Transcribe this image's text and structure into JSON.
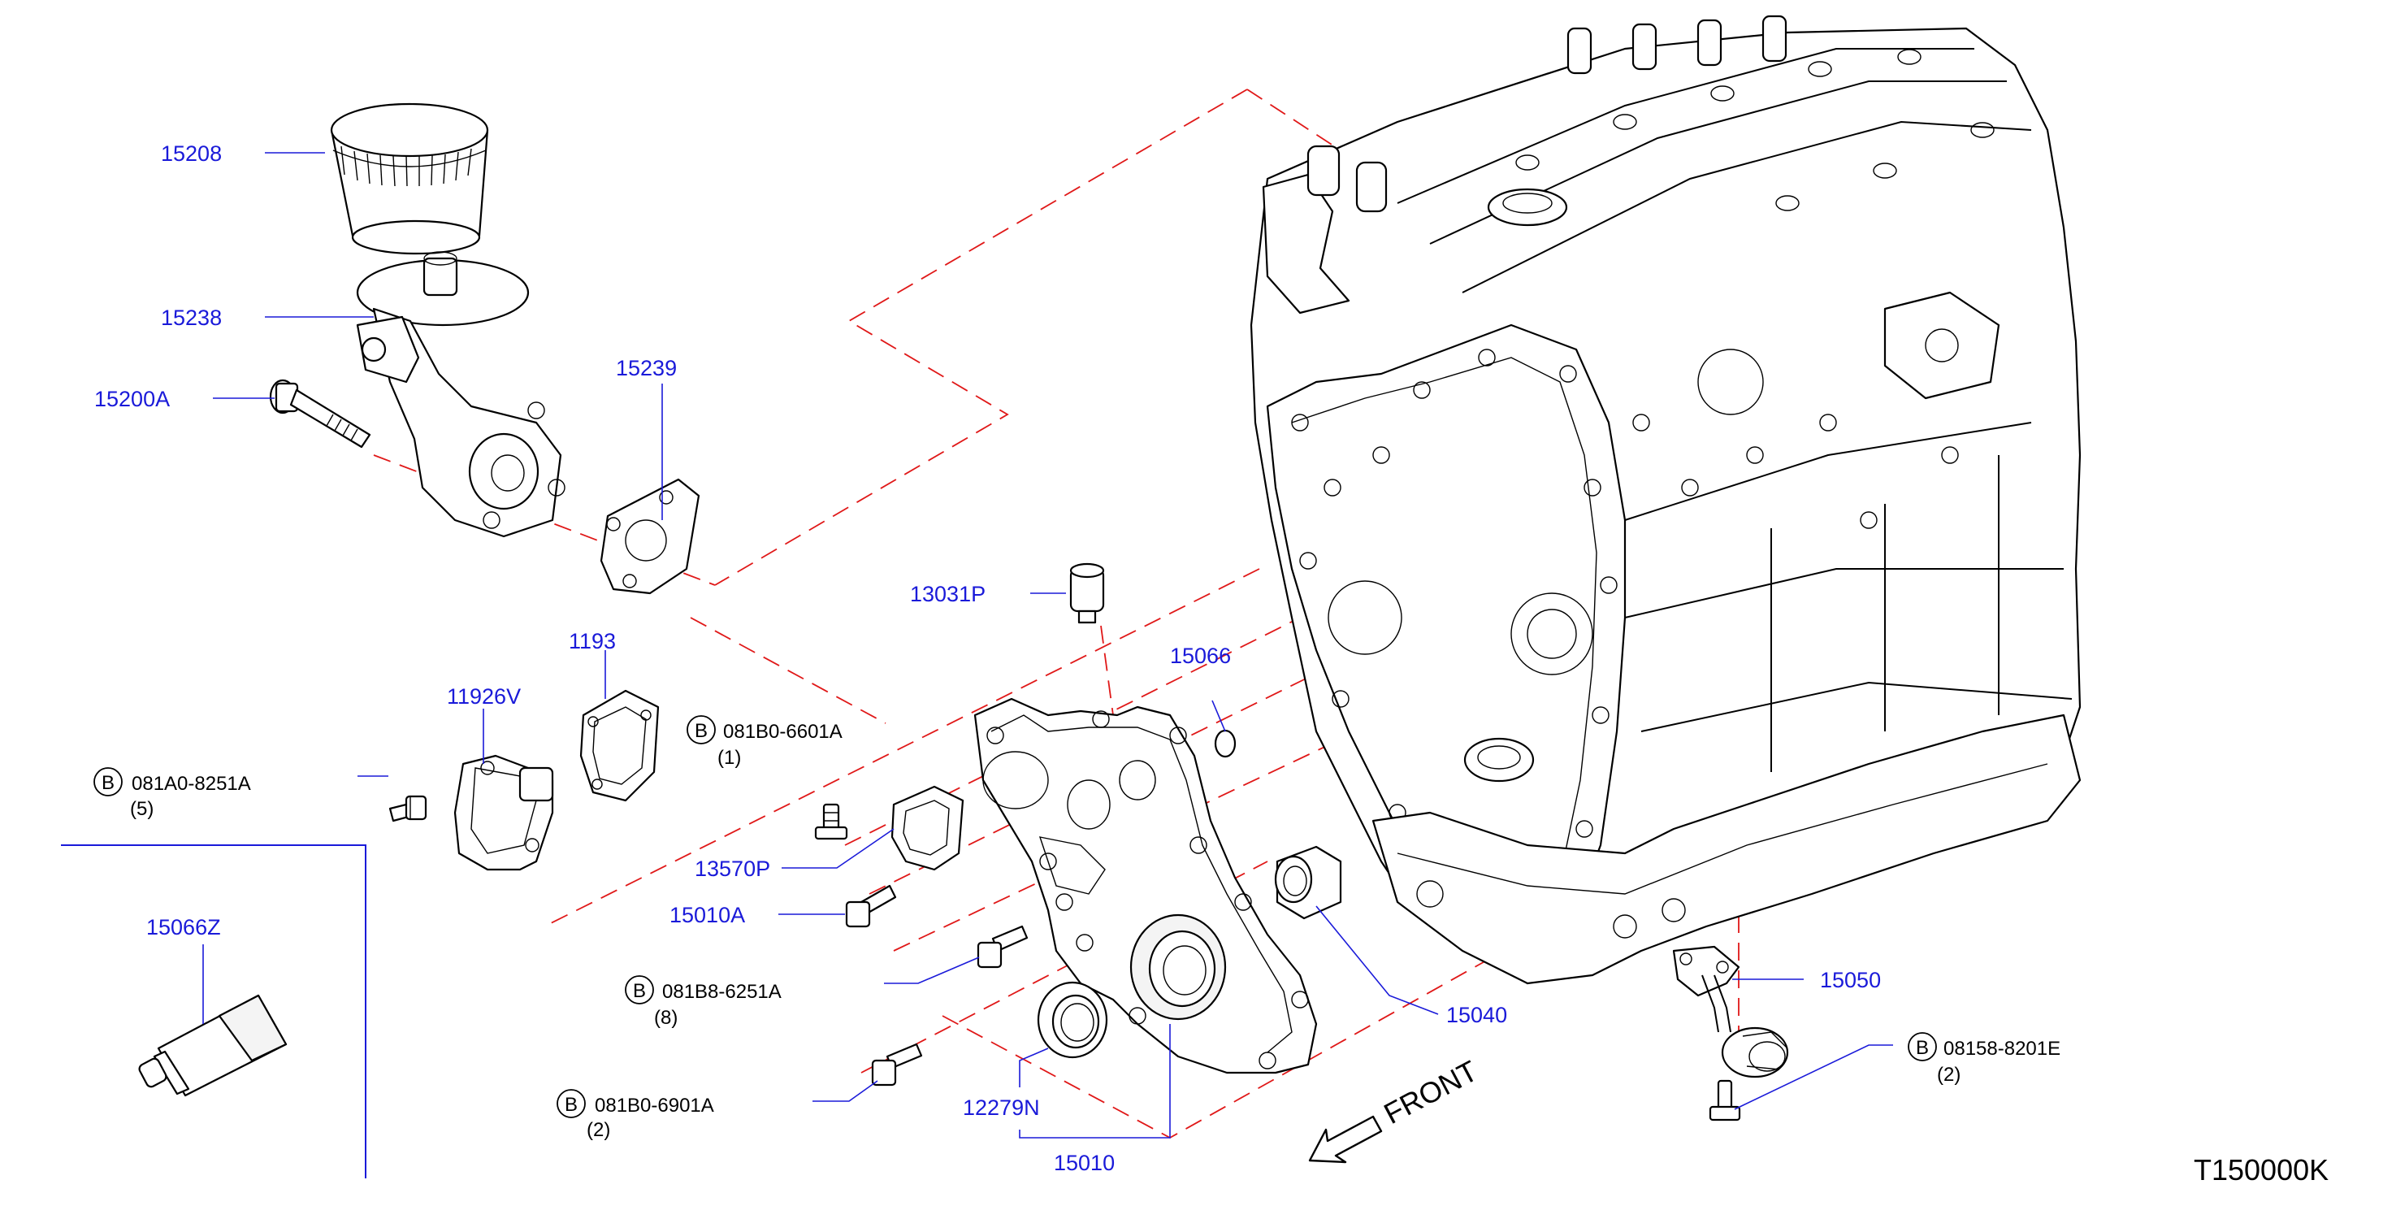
{
  "diagram_code": "T150000K",
  "front_label": "FRONT",
  "bolt_symbol": "B",
  "callouts": {
    "oil_filter": "15208",
    "filter_bracket": "15238",
    "bracket_bolt": "15200A",
    "bracket_gasket": "15239",
    "cap_13031P": "13031P",
    "label_1193": "1193",
    "oring_15066": "15066",
    "water_outlet": "11926V",
    "sealant_tube": "15066Z",
    "gasket_13570P": "13570P",
    "bolt_15010A": "15010A",
    "crank_seal": "12279N",
    "oil_pump_assy": "15010",
    "oil_pump_spacer": "15040",
    "oil_strainer": "15050"
  },
  "bolts": {
    "b1": {
      "part": "081B0-6601A",
      "qty": "(1)"
    },
    "b2": {
      "part": "081A0-8251A",
      "qty": "(5)"
    },
    "b3": {
      "part": "081B8-6251A",
      "qty": "(8)"
    },
    "b4": {
      "part": "081B0-6901A",
      "qty": "(2)"
    },
    "b5": {
      "part": "08158-8201E",
      "qty": "(2)"
    }
  }
}
